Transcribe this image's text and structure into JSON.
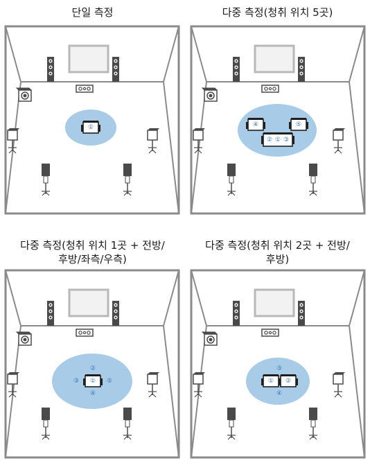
{
  "panels": [
    {
      "id": "single",
      "title_lines": [
        "단일 측정"
      ],
      "positions": [
        {
          "label": "①"
        }
      ]
    },
    {
      "id": "multi5",
      "title_lines": [
        "다중 측정(청취 위치 5곳)"
      ],
      "positions": [
        {
          "label": "②"
        },
        {
          "label": "①"
        },
        {
          "label": "③"
        },
        {
          "label": "④"
        },
        {
          "label": "⑤"
        }
      ]
    },
    {
      "id": "multi1",
      "title_lines": [
        "다중 측정(청취 위치 1곳 + 전방/",
        "후방/좌측/우측)"
      ],
      "positions": [
        {
          "label": "②"
        },
        {
          "label": "③"
        },
        {
          "label": "①"
        },
        {
          "label": "⑤"
        },
        {
          "label": "④"
        }
      ]
    },
    {
      "id": "multi2",
      "title_lines": [
        "다중 측정(청취 위치 2곳 + 전방/",
        "후방)"
      ],
      "positions": [
        {
          "label": "③"
        },
        {
          "label": "①"
        },
        {
          "label": "②"
        },
        {
          "label": "④"
        }
      ]
    }
  ],
  "colors": {
    "room_border": "#8a8a8a",
    "floor": "#ffffff",
    "zone": "#a8cbe8",
    "zone_edge": "#86b3dc",
    "speaker": "#4a4a4a",
    "tv_frame": "#b8b8b8",
    "tv_screen": "#f2f2f2",
    "number": "#3a78b8"
  }
}
